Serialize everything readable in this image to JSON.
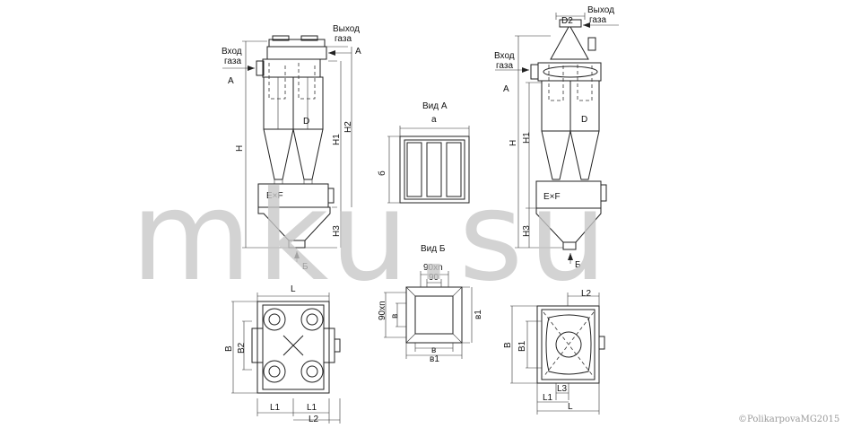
{
  "labels": {
    "gas_in": [
      "Вход",
      "газа"
    ],
    "gas_out": [
      "Выход",
      "газа"
    ],
    "A": "А",
    "B_cyr": "Б",
    "H": "H",
    "H1": "H1",
    "H2": "H2",
    "H3": "H3",
    "D": "D",
    "D2": "D2",
    "ExF": "E×F",
    "view_a": "Вид А",
    "view_b": "Вид Б",
    "a": "a",
    "b_cyr": "б",
    "v_cyr": "в",
    "v1_cyr": "в1",
    "n90": "90xn",
    "n90_short": "90",
    "L": "L",
    "L1": "L1",
    "L2": "L2",
    "L3": "L3",
    "Bw": "B",
    "B1": "B1",
    "B2": "B2"
  },
  "watermark": "mku.su",
  "copyright": "©PolikarpovaMG2015"
}
